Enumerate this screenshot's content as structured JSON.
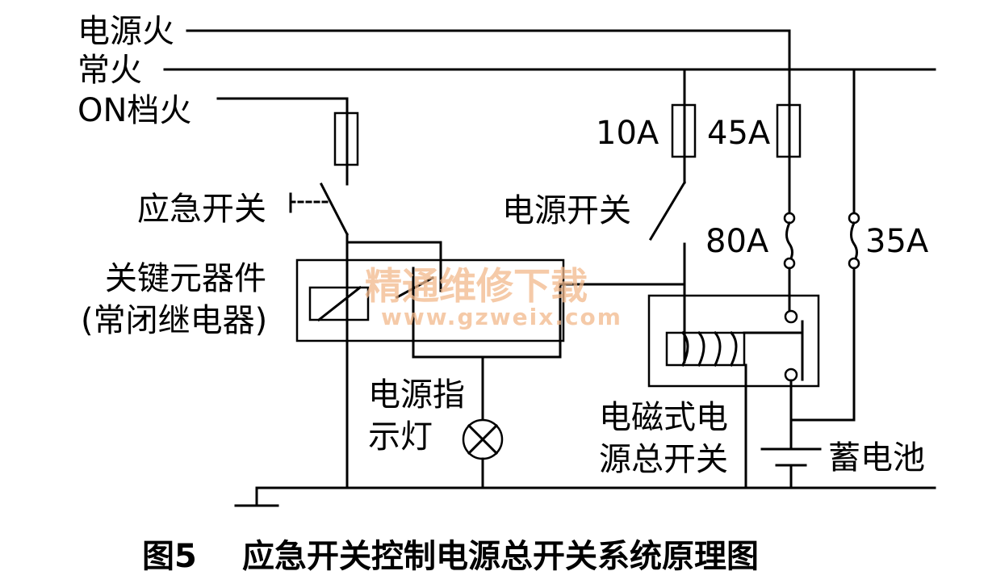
{
  "labels": {
    "power_live": "电源火",
    "constant_live": "常火",
    "on_live": "ON档火",
    "fuse_10a": "10A",
    "fuse_45a": "45A",
    "emergency_switch": "应急开关",
    "power_switch": "电源开关",
    "fuse_80a": "80A",
    "fuse_35a": "35A",
    "key_component_line1": "关键元器件",
    "key_component_line2": "(常闭继电器)",
    "indicator_line1": "电源指",
    "indicator_line2": "示灯",
    "master_switch_line1": "电磁式电",
    "master_switch_line2": "源总开关",
    "battery": "蓄电池"
  },
  "caption": {
    "figure_no": "图5",
    "title": "应急开关控制电源总开关系统原理图"
  },
  "watermark": {
    "cn": "精通维修下载",
    "url": "www.gzweix.com"
  }
}
